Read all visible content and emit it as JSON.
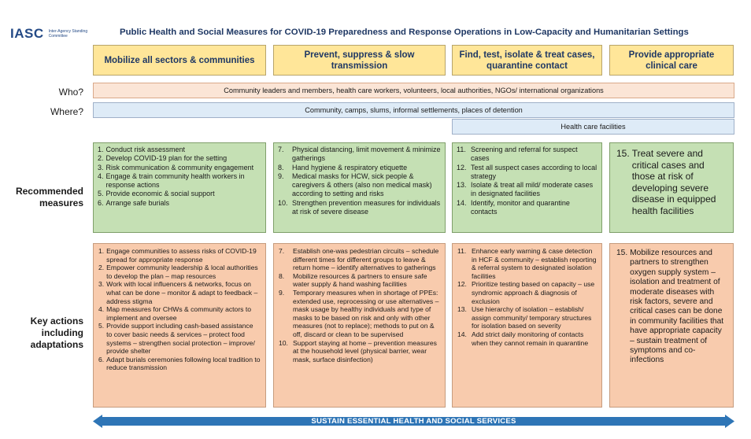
{
  "logo": {
    "mark": "IASC",
    "sub": "Inter-Agency Standing Committee"
  },
  "title": "Public Health and Social Measures for COVID-19 Preparedness and Response Operations in Low-Capacity and Humanitarian Settings",
  "columns": [
    {
      "label": "Mobilize all sectors & communities"
    },
    {
      "label": "Prevent, suppress & slow transmission"
    },
    {
      "label": "Find, test, isolate & treat cases, quarantine contact"
    },
    {
      "label": "Provide appropriate clinical care"
    }
  ],
  "rows": {
    "who": "Who?",
    "where": "Where?",
    "recommended": "Recommended measures",
    "key_actions": "Key actions including adaptations"
  },
  "who_band": "Community leaders and members, health care workers, volunteers, local authorities, NGOs/ international organizations",
  "where_band": "Community, camps, slums, informal settlements, places of detention",
  "health_facilities_band": "Health care facilities",
  "recommended": [
    [
      {
        "n": "1.",
        "t": "Conduct risk assessment"
      },
      {
        "n": "2.",
        "t": "Develop COVID-19 plan for the setting"
      },
      {
        "n": "3.",
        "t": "Risk communication & community engagement"
      },
      {
        "n": "4.",
        "t": "Engage & train community health workers in response actions"
      },
      {
        "n": "5.",
        "t": "Provide economic & social support"
      },
      {
        "n": "6.",
        "t": "Arrange safe burials"
      }
    ],
    [
      {
        "n": "7.",
        "t": "Physical distancing, limit movement & minimize gatherings"
      },
      {
        "n": "8.",
        "t": "Hand hygiene & respiratory etiquette"
      },
      {
        "n": "9.",
        "t": "Medical masks for HCW, sick people & caregivers & others (also non medical mask) according to setting and risks"
      },
      {
        "n": "10.",
        "t": "Strengthen prevention measures for individuals at risk of severe disease"
      }
    ],
    [
      {
        "n": "11.",
        "t": "Screening and referral for suspect cases"
      },
      {
        "n": "12.",
        "t": "Test all suspect cases according to local strategy"
      },
      {
        "n": "13.",
        "t": "Isolate & treat all mild/ moderate cases in designated facilities"
      },
      {
        "n": "14.",
        "t": "Identify, monitor and quarantine contacts"
      }
    ],
    [
      {
        "n": "15.",
        "t": "Treat severe and critical cases and those at risk of developing severe disease in equipped health facilities"
      }
    ]
  ],
  "key_actions": [
    [
      {
        "n": "1.",
        "t": "Engage communities to assess risks of COVID-19 spread for appropriate response"
      },
      {
        "n": "2.",
        "t": "Empower community leadership & local authorities to develop the plan – map resources"
      },
      {
        "n": "3.",
        "t": "Work with local influencers & networks, focus on what can be done – monitor & adapt to feedback – address stigma"
      },
      {
        "n": "4.",
        "t": "Map measures for CHWs & community actors to implement and oversee"
      },
      {
        "n": "5.",
        "t": "Provide support including cash-based assistance to cover basic needs & services – protect food systems – strengthen social protection – improve/ provide shelter"
      },
      {
        "n": "6.",
        "t": "Adapt burials ceremonies following local tradition to reduce transmission"
      }
    ],
    [
      {
        "n": "7.",
        "t": "Establish one-was pedestrian circuits – schedule different times for different groups to leave & return home – identify alternatives to gatherings"
      },
      {
        "n": "8.",
        "t": "Mobilize resources & partners to ensure safe water supply & hand washing facilities"
      },
      {
        "n": "9.",
        "t": "Temporary measures when in shortage of PPEs: extended use, reprocessing or use alternatives – mask usage by healthy individuals and type of masks to be based on risk and only with other measures (not to replace); methods to put on & off, discard or clean to be supervised"
      },
      {
        "n": "10.",
        "t": "Support staying at home – prevention measures at the household level (physical barrier, wear mask, surface disinfection)"
      }
    ],
    [
      {
        "n": "11.",
        "t": "Enhance early warning & case detection in HCF & community – establish reporting & referral system to designated isolation facilities"
      },
      {
        "n": "12.",
        "t": "Prioritize testing based on capacity – use syndromic approach & diagnosis of exclusion"
      },
      {
        "n": "13.",
        "t": "Use hierarchy of isolation – establish/ assign community/ temporary structures for isolation based on severity"
      },
      {
        "n": "14.",
        "t": "Add strict daily monitoring of contacts when they cannot remain in quarantine"
      }
    ],
    [
      {
        "n": "15.",
        "t": "Mobilize resources and partners to strengthen oxygen supply system – isolation and treatment of moderate diseases with risk factors, severe and critical cases can be done in community facilities that have appropriate capacity – sustain treatment of symptoms and co-infections"
      }
    ]
  ],
  "sustain_arrow": "SUSTAIN ESSENTIAL HEALTH AND SOCIAL SERVICES",
  "colors": {
    "header_fill": "#ffe699",
    "who_fill": "#fbe5d6",
    "where_fill": "#deebf7",
    "recommended_fill": "#c5e0b4",
    "key_actions_fill": "#f8cbad",
    "arrow_fill": "#2e75b6",
    "title_color": "#1f3864"
  }
}
